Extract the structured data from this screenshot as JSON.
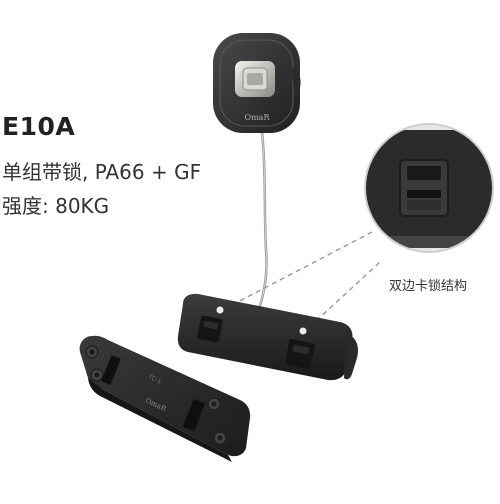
{
  "product": {
    "model": "E10A",
    "description": "单组带锁, PA66 + GF",
    "strength": "强度: 80KG",
    "callout_label": "双边卡锁结构",
    "tag_brand": "OmaR",
    "plate_brand": "OmaR",
    "plate_mark": "TC-1"
  }
}
